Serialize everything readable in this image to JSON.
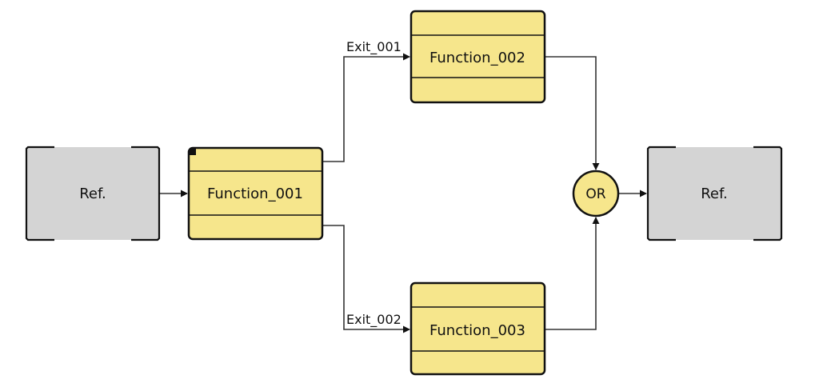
{
  "diagram": {
    "nodes": {
      "ref_left": {
        "label": "Ref."
      },
      "function_001": {
        "label": "Function_001"
      },
      "function_002": {
        "label": "Function_002"
      },
      "function_003": {
        "label": "Function_003"
      },
      "or_gate": {
        "label": "OR"
      },
      "ref_right": {
        "label": "Ref."
      }
    },
    "edges": {
      "exit_001": {
        "label": "Exit_001"
      },
      "exit_002": {
        "label": "Exit_002"
      }
    },
    "colors": {
      "function_fill": "#f6e68c",
      "ref_fill": "#d4d4d4",
      "stroke": "#111111",
      "connector": "#333333"
    }
  }
}
